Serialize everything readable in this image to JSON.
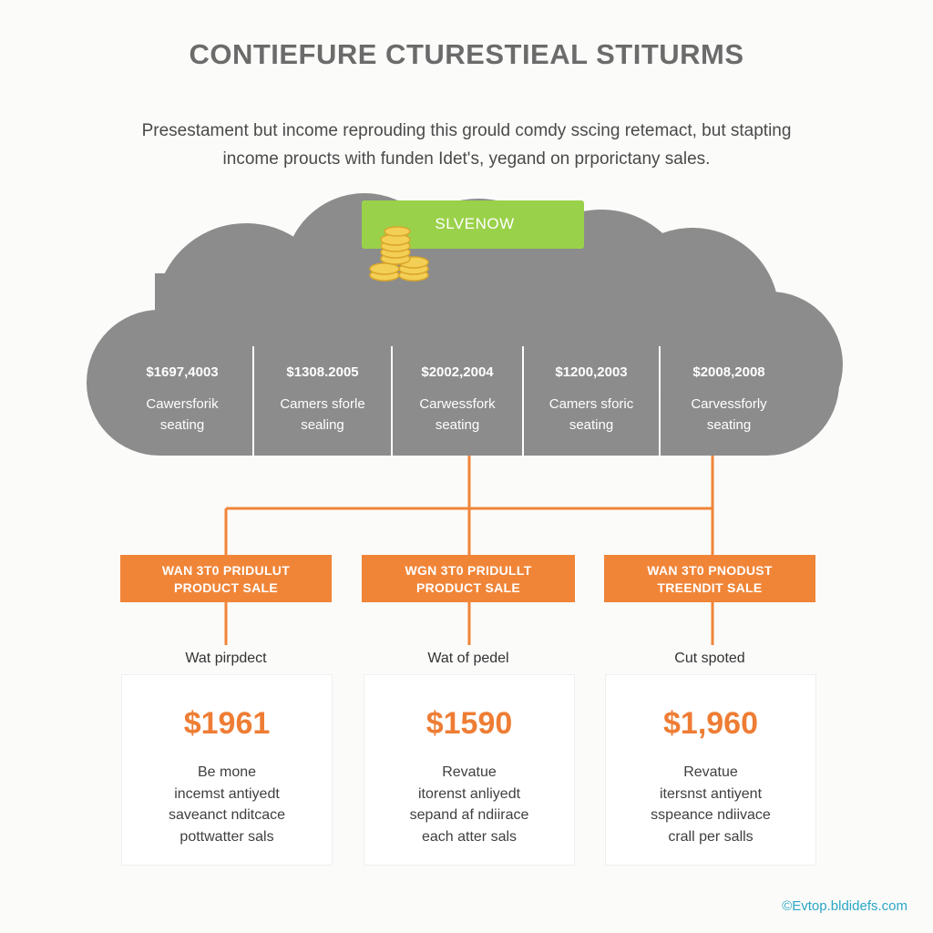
{
  "title": "CONTIEFURE CTURESTIEAL STITURMS",
  "subtitle": {
    "line1": "Presestament but income reprouding this grould comdy sscing retemact, but stapting",
    "line2": "income proucts with funden Idet's, yegand on prporictany sales."
  },
  "banner": {
    "label": "SLVENOW",
    "icon": "coin-stack-icon"
  },
  "cloud_cells": [
    {
      "amount": "$1697,4003",
      "line1": "Cawersforik",
      "line2": "seating"
    },
    {
      "amount": "$1308.2005",
      "line1": "Camers sforle",
      "line2": "sealing"
    },
    {
      "amount": "$2002,2004",
      "line1": "Carwessfork",
      "line2": "seating"
    },
    {
      "amount": "$1200,2003",
      "line1": "Camers sforic",
      "line2": "seating"
    },
    {
      "amount": "$2008,2008",
      "line1": "Carvessforly",
      "line2": "seating"
    }
  ],
  "product_boxes": [
    {
      "line1": "WAN 3T0 PRIDULUT",
      "line2": "PRODUCT SALE"
    },
    {
      "line1": "WGN 3T0 PRIDULLT",
      "line2": "PRODUCT SALE"
    },
    {
      "line1": "WAN 3T0 PNODUST",
      "line2": "TREENDIT SALE"
    }
  ],
  "sublabels": [
    "Wat pirpdect",
    "Wat of pedel",
    "Cut spoted"
  ],
  "cards": [
    {
      "price": "$1961",
      "lines": [
        "Be mone",
        "incemst antiyedt",
        "saveanct nditcace",
        "pottwatter sals"
      ]
    },
    {
      "price": "$1590",
      "lines": [
        "Revatue",
        "itorenst anliyedt",
        "sepand af ndiirace",
        "each atter sals"
      ]
    },
    {
      "price": "$1,960",
      "lines": [
        "Revatue",
        "itersnst antiyent",
        "sspeance ndiivace",
        "crall per salls"
      ]
    }
  ],
  "footer": "©Evtop.bldidefs.com",
  "colors": {
    "cloud": "#8c8c8c",
    "accent_orange": "#f08538",
    "banner_green": "#9ad14a",
    "price_orange": "#ee7d34",
    "footer_teal": "#2aa6c4"
  }
}
